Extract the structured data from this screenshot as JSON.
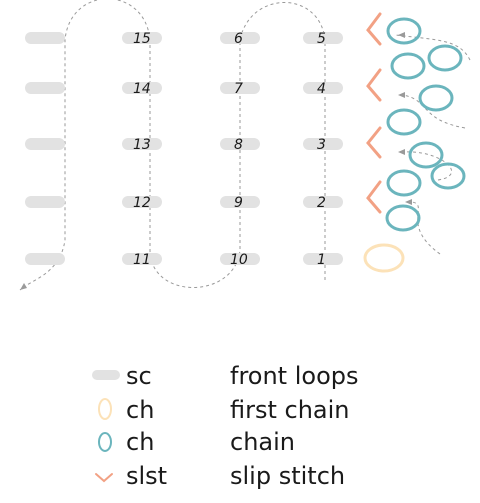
{
  "diagram": {
    "row_labels": [
      [
        "15",
        "6",
        "5"
      ],
      [
        "14",
        "7",
        "4"
      ],
      [
        "13",
        "8",
        "3"
      ],
      [
        "12",
        "9",
        "2"
      ],
      [
        "11",
        "10",
        "1"
      ]
    ]
  },
  "legend": {
    "items": [
      {
        "symbol": "sc",
        "desc": "front loops"
      },
      {
        "symbol": "ch",
        "desc": "first chain"
      },
      {
        "symbol": "ch",
        "desc": "chain"
      },
      {
        "symbol": "slst",
        "desc": "slip stitch"
      }
    ]
  },
  "colors": {
    "sc": "#e2e2e2",
    "first_chain": "#fce2b8",
    "chain": "#6bb5bd",
    "slip_stitch": "#f2a184",
    "path": "#9a9a9a"
  }
}
